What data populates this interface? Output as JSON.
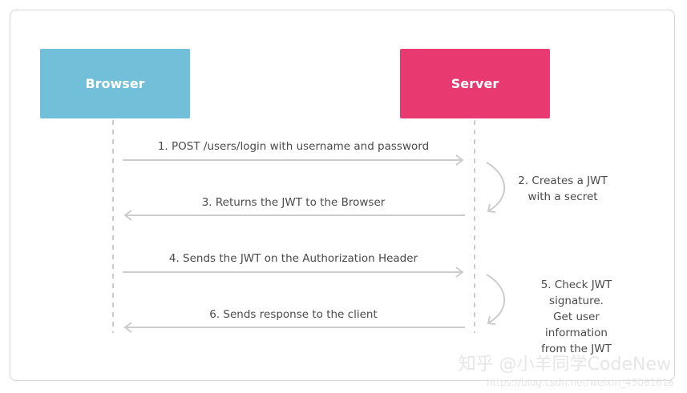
{
  "actors": {
    "browser": "Browser",
    "server": "Server"
  },
  "messages": [
    "1. POST /users/login with username and password",
    "3. Returns the JWT to the Browser",
    "4. Sends the JWT on the Authorization Header",
    "6. Sends response to the client"
  ],
  "notes": {
    "step2": [
      "2. Creates a JWT",
      "with a secret"
    ],
    "step5": [
      "5. Check JWT signature.",
      "Get user information",
      "from the JWT"
    ]
  },
  "watermark": {
    "main": "知乎 @小羊同学CodeNew",
    "url": "https://blog.csdn.net/weixin_45061616"
  },
  "colors": {
    "browser": "#72bfd9",
    "server": "#e83a71",
    "arrow": "#cccccc"
  }
}
